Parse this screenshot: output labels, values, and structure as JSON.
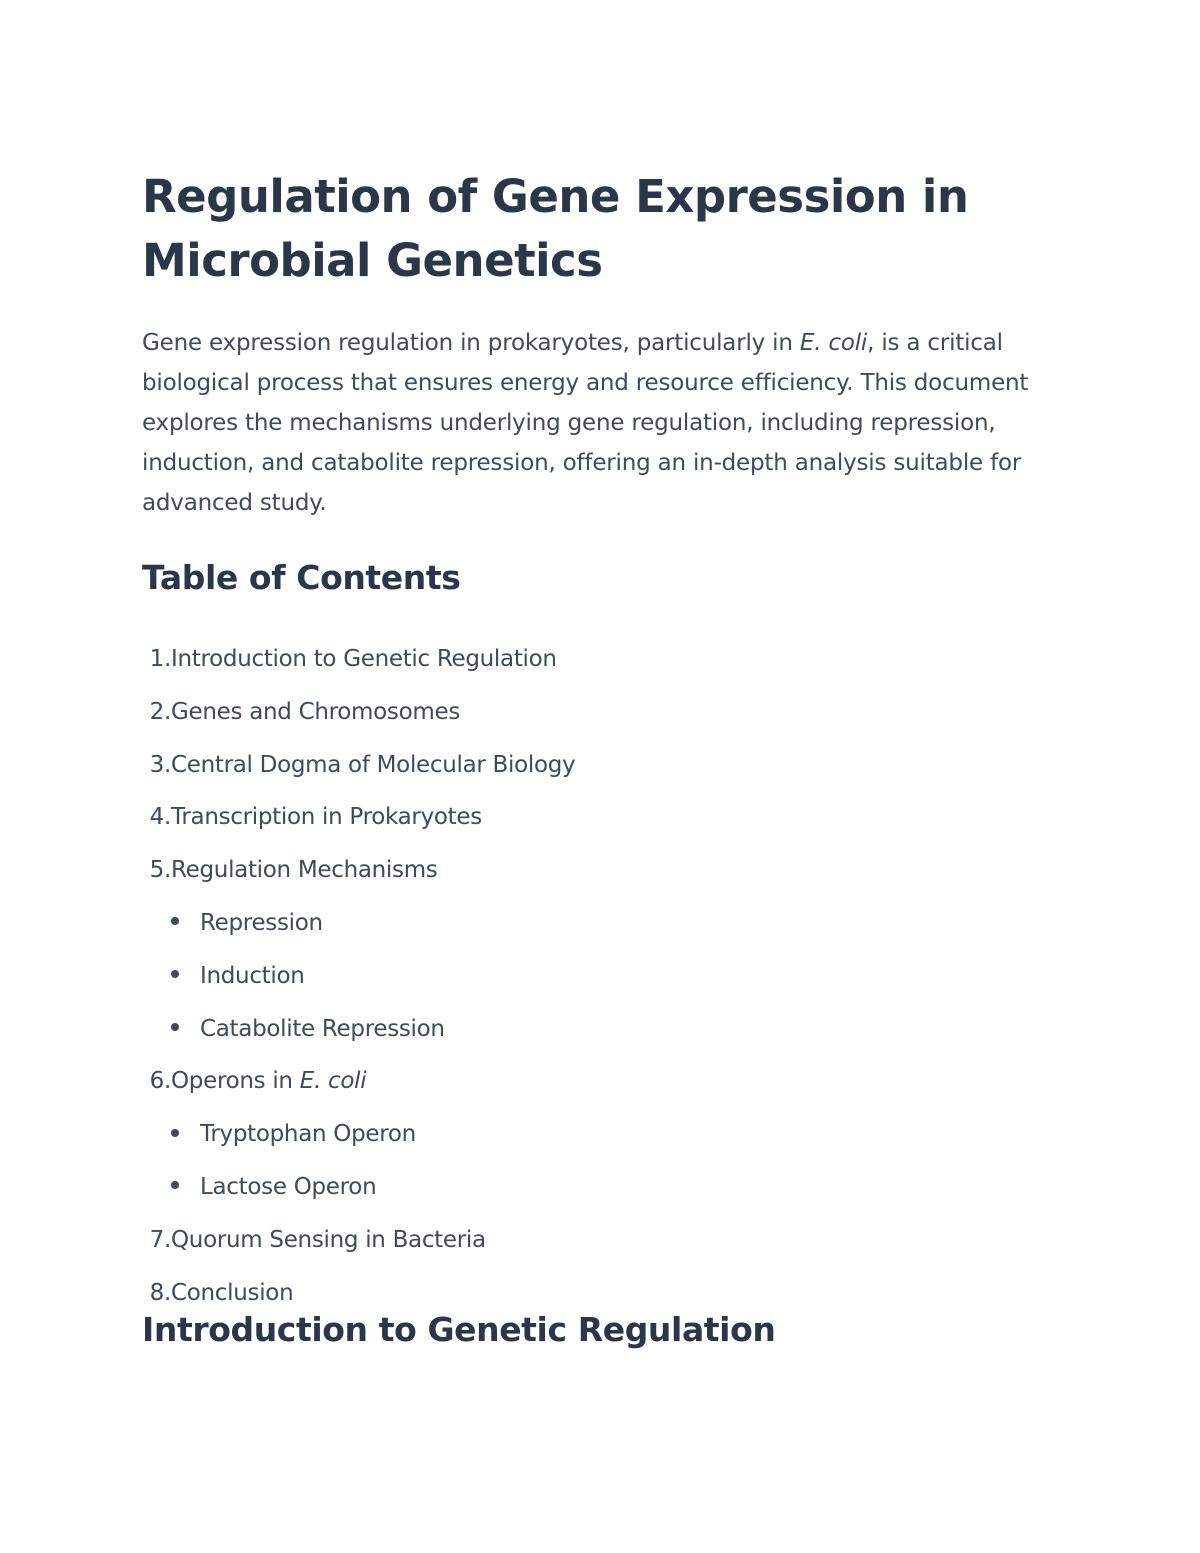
{
  "document": {
    "title": "Regulation of Gene Expression in Microbial Genetics",
    "intro": {
      "before_italic": "Gene expression regulation in prokaryotes, particularly in ",
      "italic": "E. coli",
      "after_italic": ", is a critical biological process that ensures energy and resource efficiency. This document explores the mechanisms underlying gene regulation, including repression, induction, and catabolite repression, offering an in-depth analysis suitable for advanced study."
    },
    "toc_heading": "Table of Contents",
    "toc": [
      {
        "num": "1.",
        "label": "Introduction to Genetic Regulation"
      },
      {
        "num": "2.",
        "label": "Genes and Chromosomes"
      },
      {
        "num": "3.",
        "label": "Central Dogma of Molecular Biology"
      },
      {
        "num": "4.",
        "label": "Transcription in Prokaryotes"
      },
      {
        "num": "5.",
        "label": "Regulation Mechanisms",
        "sub": [
          "Repression",
          "Induction",
          "Catabolite Repression"
        ]
      },
      {
        "num": "6.",
        "label": "Operons in ",
        "label_italic": "E. coli",
        "sub": [
          "Tryptophan Operon",
          "Lactose Operon"
        ]
      },
      {
        "num": "7.",
        "label": "Quorum Sensing in Bacteria"
      },
      {
        "num": "8.",
        "label": "Conclusion"
      }
    ],
    "section_heading": "Introduction to Genetic Regulation"
  }
}
